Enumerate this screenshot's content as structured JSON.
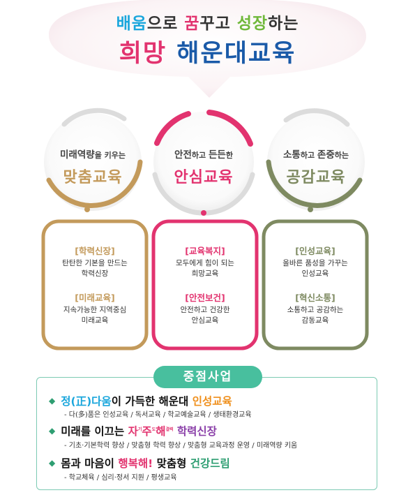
{
  "header": {
    "line1": {
      "part1": "배움",
      "part2": "으로 ",
      "part3": "꿈",
      "part4": "꾸고 ",
      "part5": "성장",
      "part6": "하는"
    },
    "line2": {
      "part1": "희망",
      "part2": " 해운대교육"
    }
  },
  "circles": [
    {
      "sub1": "미래역량",
      "sub2": "을 키우는",
      "main": "맞춤교육"
    },
    {
      "sub1": "안전",
      "sub2": "하고 ",
      "sub3": "든든",
      "sub4": "한",
      "main": "안심교육"
    },
    {
      "sub1": "소통",
      "sub2": "하고 ",
      "sub3": "존중",
      "sub4": "하는",
      "main": "공감교육"
    }
  ],
  "boxes": [
    {
      "h1": "[학력신장]",
      "l1a": "탄탄한 기본을 만드는",
      "l1b": "학력신장",
      "h2": "[미래교육]",
      "l2a": "지속가능한 지역중심",
      "l2b": "미래교육"
    },
    {
      "h1": "[교육복지]",
      "l1a": "모두에게 힘이 되는",
      "l1b": "희망교육",
      "h2": "[안전보건]",
      "l2a": "안전하고 건강한",
      "l2b": "안심교육"
    },
    {
      "h1": "[인성교육]",
      "l1a": "올바른 품성을 가꾸는",
      "l1b": "인성교육",
      "h2": "[혁신소통]",
      "l2a": "소통하고 공감하는",
      "l2b": "감동교육"
    }
  ],
  "focus": {
    "title": "중점사업",
    "items": [
      {
        "bullet": "◆",
        "a": "정(正)다움",
        "b": "이 가득한 해운대 ",
        "c": "인성교육",
        "detail": "- 다(多)품은 인성교육 / 독서교육 / 학교예술교육 / 생태환경교육"
      },
      {
        "bullet": "◆",
        "a": "미래를 이끄는 ",
        "b": "자",
        "b_sup": "기",
        "c": "주",
        "c_sup": "도",
        "d": "해",
        "d_sup": "결력",
        "e": " 학력신장",
        "detail": "- 기초·기본학력 향상 / 맞춤형 학력 향상 / 맞춤형 교육과정 운영 / 미래역량 키움"
      },
      {
        "bullet": "◆",
        "a": "몸과 마음이 ",
        "b": "행복해!",
        "c": " 맞춤형 ",
        "d": "건강드림",
        "detail": "- 학교체육 / 심리·정서 지원 / 평생교육"
      }
    ]
  },
  "colors": {
    "blue": "#1aa6dc",
    "pink": "#e2336f",
    "green": "#6fb83a",
    "gold": "#c39a5b",
    "olive": "#7e8a61",
    "teal": "#48bf9e",
    "purple": "#8a3fa8",
    "orange": "#ef8f1c",
    "lightgray": "#dcdcdc"
  }
}
